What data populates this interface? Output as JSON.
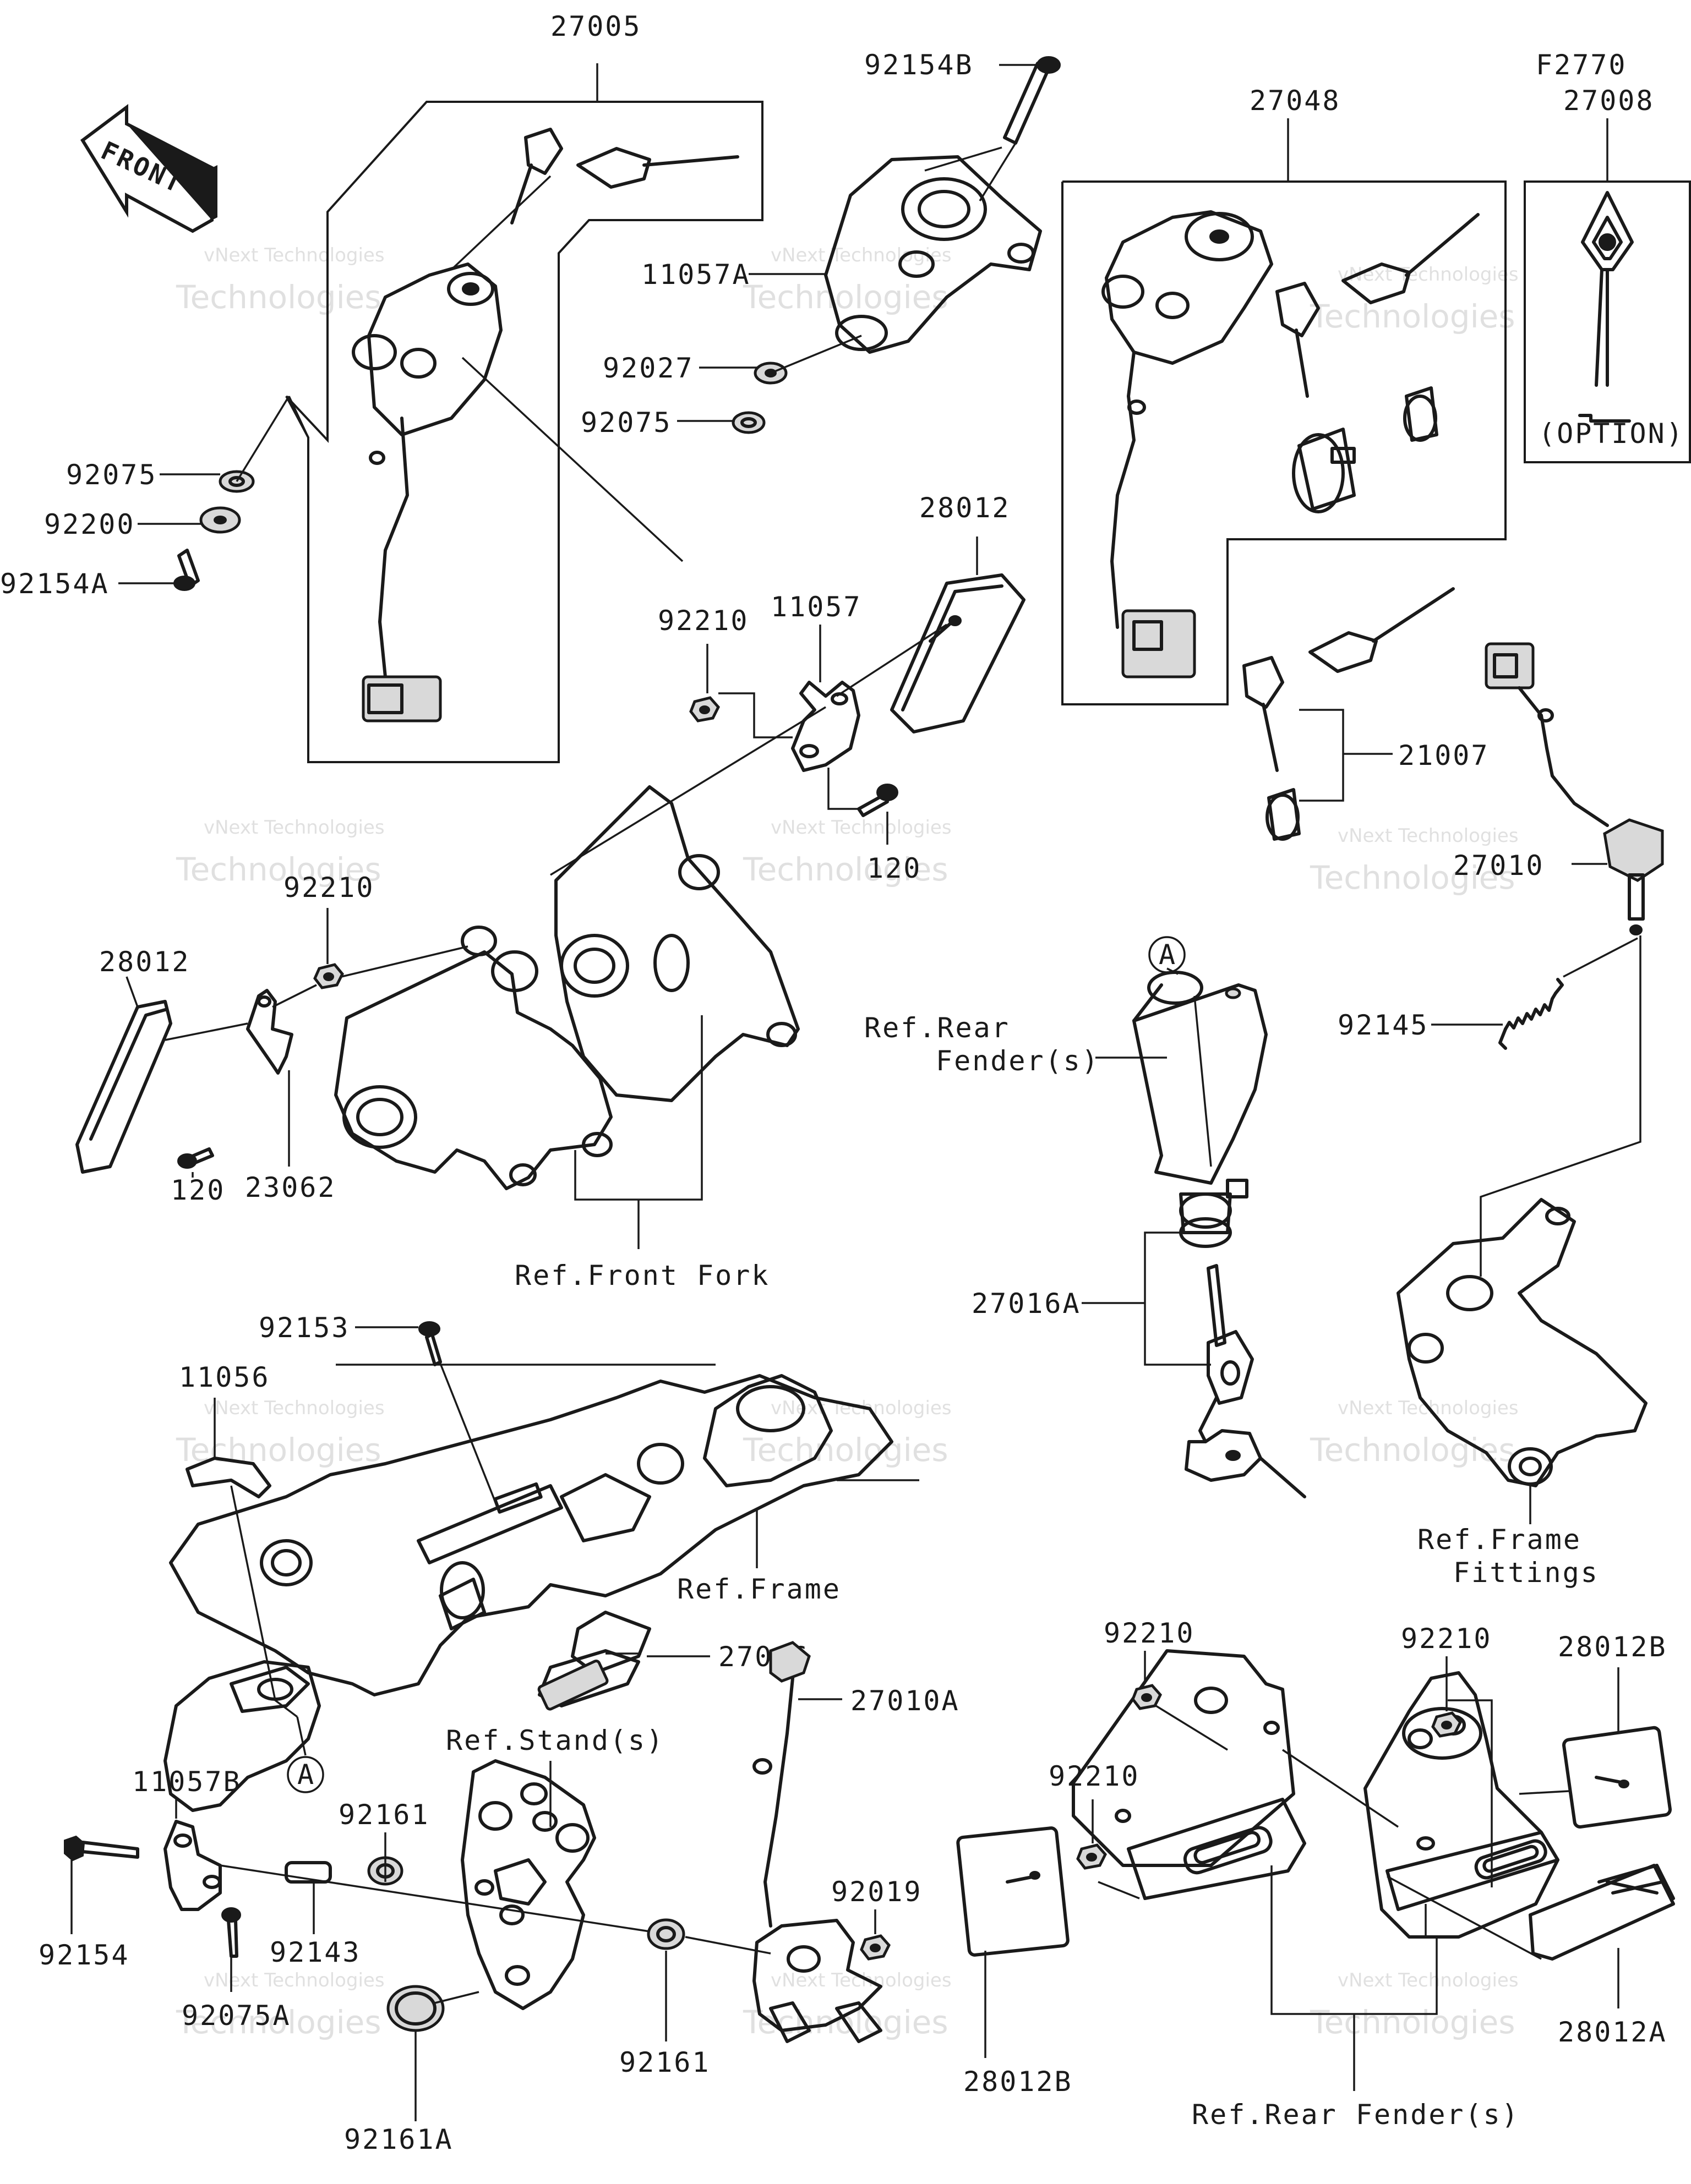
{
  "front_arrow": {
    "label": "FRONT"
  },
  "option_box": {
    "ref_code": "F2770",
    "part": "27008",
    "caption": "(OPTION)"
  },
  "parts": {
    "p27005": "27005",
    "p92154B": "92154B",
    "p11057A": "11057A",
    "p92027": "92027",
    "p92075_a": "92075",
    "p92075_b": "92075",
    "p92200": "92200",
    "p92154A": "92154A",
    "p27048": "27048",
    "p28012_top": "28012",
    "p92210_top": "92210",
    "p11057": "11057",
    "p120_top": "120",
    "p21007": "21007",
    "p27010": "27010",
    "p92210_left": "92210",
    "p28012_left": "28012",
    "p120_left": "120",
    "p23062": "23062",
    "p92145": "92145",
    "p27016A": "27016A",
    "p92153": "92153",
    "p11056": "11056",
    "p27016": "27016",
    "p11057B": "11057B",
    "p92161_a": "92161",
    "p27010A": "27010A",
    "p92019": "92019",
    "p92154": "92154",
    "p92143": "92143",
    "p92075A": "92075A",
    "p92161_b": "92161",
    "p92161A": "92161A",
    "p92210_r1": "92210",
    "p92210_r2": "92210",
    "p92210_r3": "92210",
    "p28012B_a": "28012B",
    "p28012B_b": "28012B",
    "p28012A": "28012A"
  },
  "refs": {
    "front_fork": "Ref.Front Fork",
    "rear_fender_1": "Ref.Rear",
    "rear_fender_2": "Fender(s)",
    "frame": "Ref.Frame",
    "frame_fittings_1": "Ref.Frame",
    "frame_fittings_2": "Fittings",
    "stands": "Ref.Stand(s)",
    "rear_fenders": "Ref.Rear Fender(s)"
  },
  "markers": {
    "a_top": "A",
    "a_bottom": "A"
  },
  "watermark": {
    "line1": "vNext Technologies",
    "line2": "Technologies"
  }
}
